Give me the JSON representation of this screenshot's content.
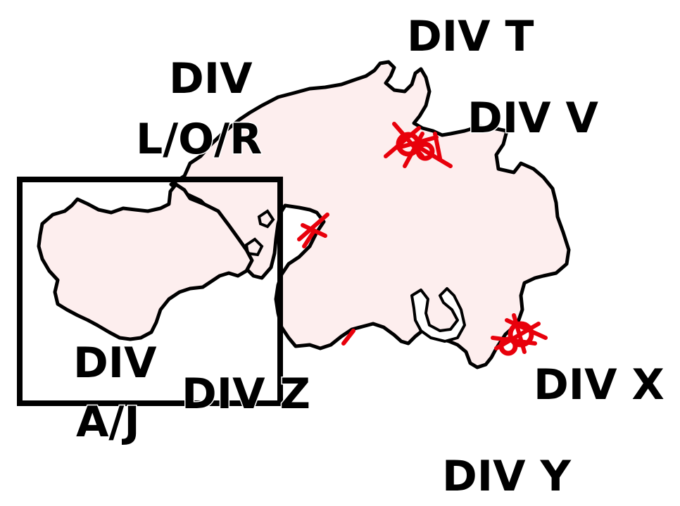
{
  "map": {
    "colors": {
      "land_fill": "#fdeeee",
      "coast": "#000000",
      "marker": "#e8000b",
      "inset_border": "#000000",
      "label": "#000000"
    },
    "labels": {
      "div_t": "DIV T",
      "div_lor_line1": "DIV",
      "div_lor_line2": "L/O/R",
      "div_v": "DIV V",
      "div_aj_line1": "DIV",
      "div_aj_line2": "A/J",
      "div_z": "DIV Z",
      "div_x": "DIV X",
      "div_y": "DIV Y"
    },
    "icons": {
      "marker": "red-cross-marker-icon"
    }
  }
}
